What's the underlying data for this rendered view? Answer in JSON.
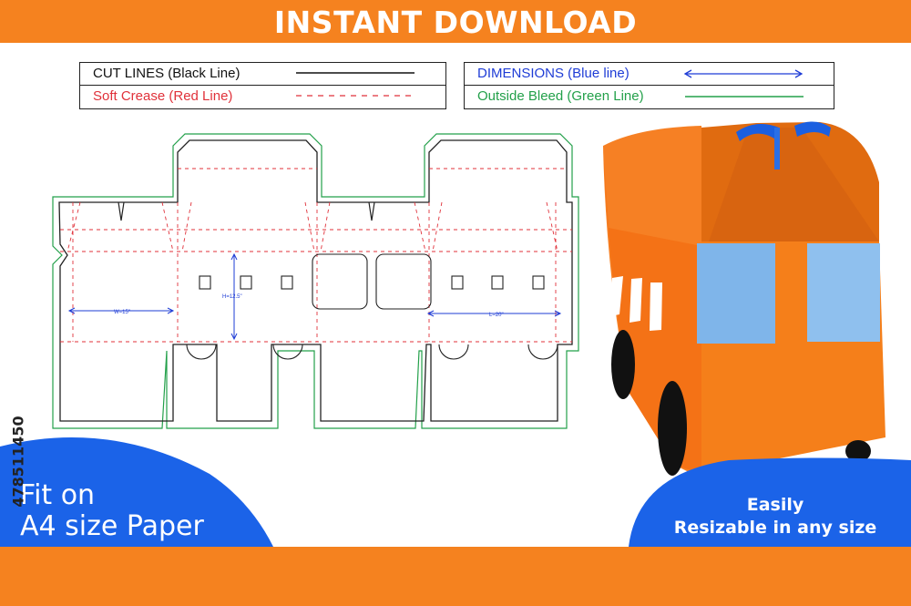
{
  "colors": {
    "orange": "#f5821f",
    "blue": "#1b63e8",
    "cut": "#111111",
    "crease": "#e0313a",
    "dimension": "#1e3cd6",
    "bleed": "#23a04a",
    "bus_body": "#f57f1a",
    "bus_roof": "#e26c12",
    "bus_window": "#7fb5ea",
    "wheel": "#111111"
  },
  "banner": {
    "title": "INSTANT DOWNLOAD"
  },
  "legend": {
    "left": [
      {
        "label": "CUT LINES (Black Line)",
        "color": "#111111",
        "style": "solid"
      },
      {
        "label": "Soft Crease (Red Line)",
        "color": "#e0313a",
        "style": "dashed"
      }
    ],
    "right": [
      {
        "label": "DIMENSIONS (Blue line)",
        "color": "#1e3cd6",
        "style": "arrow"
      },
      {
        "label": "Outside Bleed (Green Line)",
        "color": "#23a04a",
        "style": "solid"
      }
    ]
  },
  "dieline": {
    "width_label": "W=15\"",
    "height_label": "H=12.5\"",
    "length_label": "L=20\""
  },
  "stock_id": "478511450",
  "fit_text": {
    "line1": "Fit on",
    "line2": "A4 size Paper"
  },
  "resize_text": {
    "line1": "Easily",
    "line2": "Resizable in any size"
  },
  "icons": {
    "bus": "bus-box-icon"
  }
}
